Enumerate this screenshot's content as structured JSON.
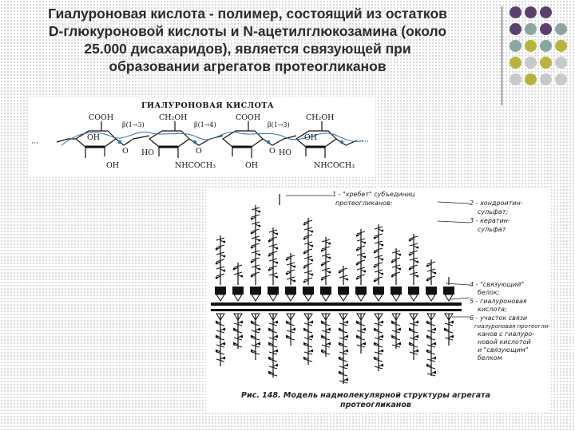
{
  "slide": {
    "title_lines": [
      "Гиалуроновая кислота - полимер, состоящий из остатков",
      "D-глюкуроновой кислоты и N-ацетилглюкозамина (около",
      "25.000 дисахаридов),  является связующей при",
      "образовании агрегатов протеогликанов"
    ]
  },
  "decor": {
    "colors": {
      "purple": "#5c3f6e",
      "teal": "#8aa6a2",
      "olive": "#b8b43a",
      "grey": "#c9c9c9"
    },
    "dot_grid": [
      [
        "purple",
        "purple",
        "purple",
        ""
      ],
      [
        "purple",
        "teal",
        "purple",
        "teal"
      ],
      [
        "teal",
        "olive",
        "teal",
        "olive"
      ],
      [
        "olive",
        "grey",
        "olive",
        "grey"
      ],
      [
        "grey",
        "olive",
        "grey",
        "grey"
      ]
    ]
  },
  "formula": {
    "title": "ГИАЛУРОНОВАЯ КИСЛОТА",
    "labels": {
      "cooh": "COOH",
      "ch2oh": "CH₂OH",
      "oh": "OH",
      "ho": "HO",
      "nhcoch3": "NHCOCH₃",
      "o": "O",
      "dots": "···",
      "b13": "β(1→3)",
      "b14": "β(1→4)"
    }
  },
  "model": {
    "legend": {
      "item1": [
        "1 - \"хребет\" субъединиц",
        "протеогликанов:"
      ],
      "item23": [
        "2 - хондроитин-",
        "сульфат;",
        "3 - кератин-",
        "сульфат"
      ],
      "item4_6": [
        "4 - \"связующий\"",
        "белок;",
        "5 - гиалуроновая",
        "кислота;",
        "6 - участок связи",
        "гиалуроновая протеогли-",
        "канов с гиалуро-",
        "новой кислотой",
        "и \"связующим\"",
        "белком"
      ]
    },
    "caption": [
      "Рис. 148. Модель надмолекулярной структуры агрегата",
      "протеогликанов"
    ]
  }
}
